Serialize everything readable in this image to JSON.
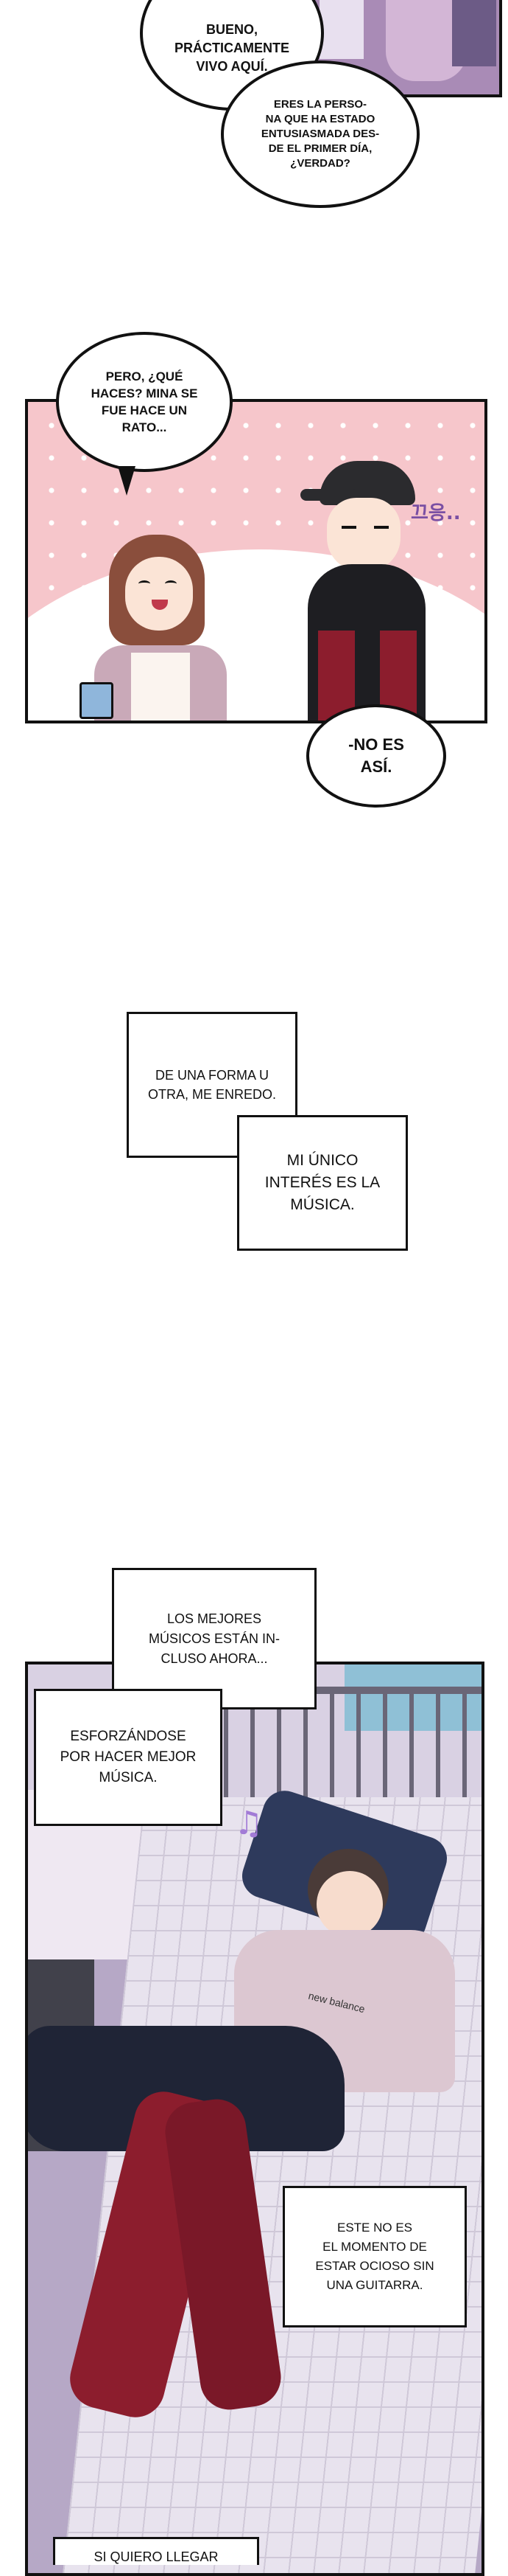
{
  "bubbles": {
    "top_left": "BUENO,\nPRÁCTICAMENTE\nVIVO AQUÍ.",
    "top_right": "ERES LA PERSO-\nNA QUE HA ESTADO\nENTUSIASMADA DES-\nDE EL PRIMER DÍA,\n¿VERDAD?",
    "panel2_question": "PERO, ¿QUÉ\nHACES? MINA SE\nFUE HACE UN\nRATO...",
    "panel2_reply": "-NO ES\nASÍ.",
    "sfx": "끄응.."
  },
  "narration": {
    "box1": "DE UNA FORMA U\nOTRA, ME ENREDO.",
    "box2": "MI ÚNICO\nINTERÉS ES LA\nMÚSICA.",
    "box3": "LOS MEJORES\nMÚSICOS ESTÁN IN-\nCLUSO AHORA...",
    "box4": "ESFORZÁNDOSE\nPOR HACER MEJOR\nMÚSICA.",
    "box5": "ESTE NO ES\nEL MOMENTO DE\nESTAR OCIOSO SIN\nUNA GUITARRA.",
    "box6": "SI QUIERO LLEGAR"
  },
  "shirt_text": "new balance",
  "colors": {
    "panel_pink": "#f6c6cb",
    "bedroom_purple": "#b6a8c6",
    "hoodie_red": "#8c1d2d"
  }
}
